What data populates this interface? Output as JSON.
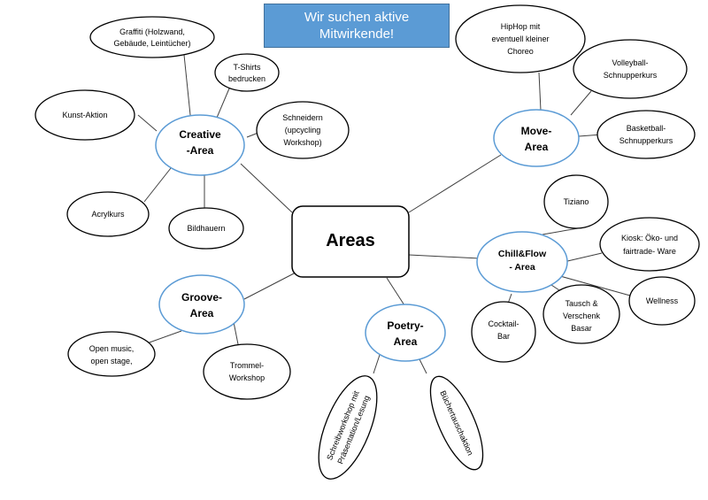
{
  "banner": {
    "line1": "Wir suchen aktive",
    "line2": "Mitwirkende!"
  },
  "center": {
    "label": "Areas"
  },
  "areas": {
    "creative": {
      "line1": "Creative",
      "line2": "-Area"
    },
    "move": {
      "line1": "Move-",
      "line2": "Area"
    },
    "chill": {
      "line1": "Chill&Flow",
      "line2": "- Area"
    },
    "groove": {
      "line1": "Groove-",
      "line2": "Area"
    },
    "poetry": {
      "line1": "Poetry-",
      "line2": "Area"
    }
  },
  "leaves": {
    "graffiti": [
      "Graffiti (Holzwand,",
      "Gebäude, Leintücher)"
    ],
    "tshirts": [
      "T-Shirts",
      "bedrucken"
    ],
    "kunst": [
      "Kunst-Aktion"
    ],
    "schneidern": [
      "Schneidern",
      "(upcycling",
      "Workshop)"
    ],
    "acryl": [
      "Acrylkurs"
    ],
    "bildhauern": [
      "Bildhauern"
    ],
    "hiphop": [
      "HipHop mit",
      "eventuell kleiner",
      "Choreo"
    ],
    "volleyball": [
      "Volleyball-",
      "Schnupperkurs"
    ],
    "basketball": [
      "Basketball-",
      "Schnupperkurs"
    ],
    "tiziano": [
      "Tiziano"
    ],
    "kiosk": [
      "Kiosk: Öko- und",
      "fairtrade- Ware"
    ],
    "wellness": [
      "Wellness"
    ],
    "tausch": [
      "Tausch &",
      "Verschenk",
      "Basar"
    ],
    "cocktail": [
      "Cocktail-",
      "Bar"
    ],
    "openmusic": [
      "Open music,",
      "open stage,"
    ],
    "trommel": [
      "Trommel-",
      "Workshop"
    ],
    "schreib": [
      "Schreibworkshop mit",
      "Präsentation/Lesung"
    ],
    "buecher": [
      "Büchertauschaktion"
    ]
  },
  "colors": {
    "area_stroke": "#5b9bd5",
    "banner_fill": "#5b9bd5",
    "line": "#404040"
  }
}
